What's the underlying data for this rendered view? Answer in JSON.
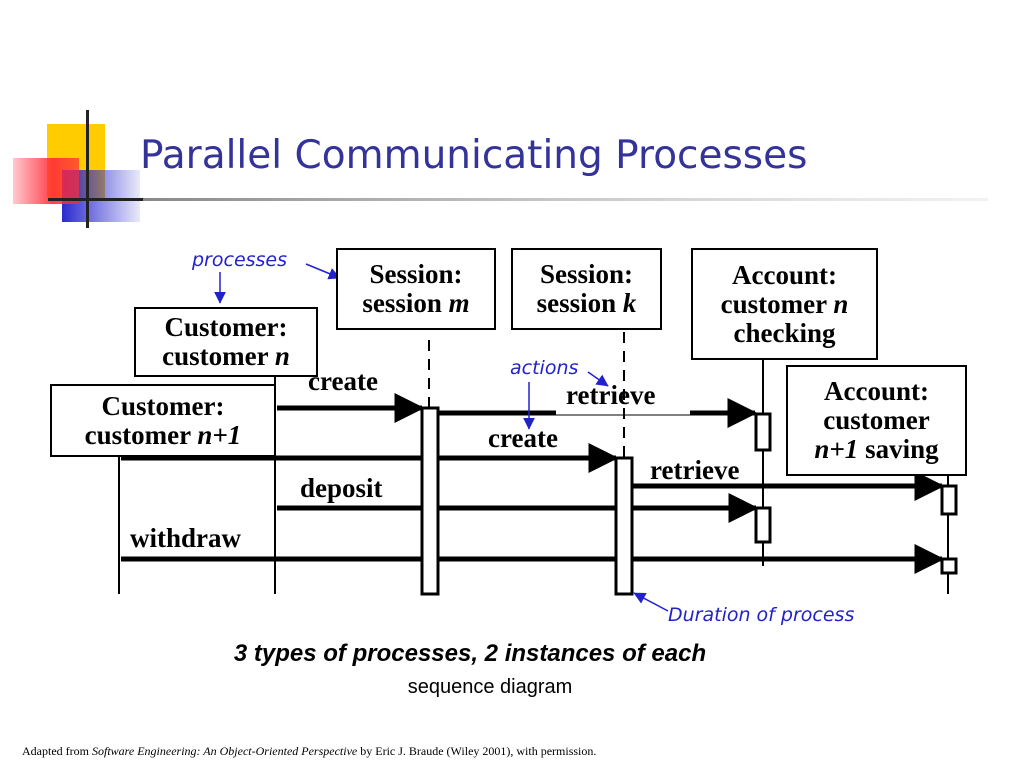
{
  "title": "Parallel Communicating Processes",
  "objects": {
    "customer_n": {
      "type": "Customer:",
      "name_prefix": "customer",
      "name_var": "n"
    },
    "customer_n1": {
      "type": "Customer:",
      "name_prefix": "customer",
      "name_var": "n+1"
    },
    "session_m": {
      "type": "Session:",
      "name_prefix": "session",
      "name_var": "m"
    },
    "session_k": {
      "type": "Session:",
      "name_prefix": "session",
      "name_var": "k"
    },
    "account_n": {
      "type": "Account:",
      "line2_prefix": "customer",
      "line2_var": "n",
      "line3": "checking"
    },
    "account_n1": {
      "type": "Account:",
      "line2": "customer",
      "line3_var": "n+1",
      "line3_suffix": "saving"
    }
  },
  "messages": {
    "create1": "create",
    "retrieve1": "retrieve",
    "create2": "create",
    "retrieve2": "retrieve",
    "deposit": "deposit",
    "withdraw": "withdraw"
  },
  "annotations": {
    "processes": "processes",
    "actions": "actions",
    "duration": "Duration of process"
  },
  "caption": {
    "main": "3 types of processes, 2 instances of each",
    "sub": "sequence diagram"
  },
  "credit": {
    "prefix": "Adapted from",
    "book": "Software Engineering: An Object-Oriented Perspective",
    "suffix": "by Eric J. Braude (Wiley 2001), with permission."
  },
  "colors": {
    "title": "#333399",
    "annotation": "#2222cc",
    "deco_yellow": "#ffcc00",
    "deco_red": "#ff3344",
    "deco_blue": "#3333cc"
  }
}
